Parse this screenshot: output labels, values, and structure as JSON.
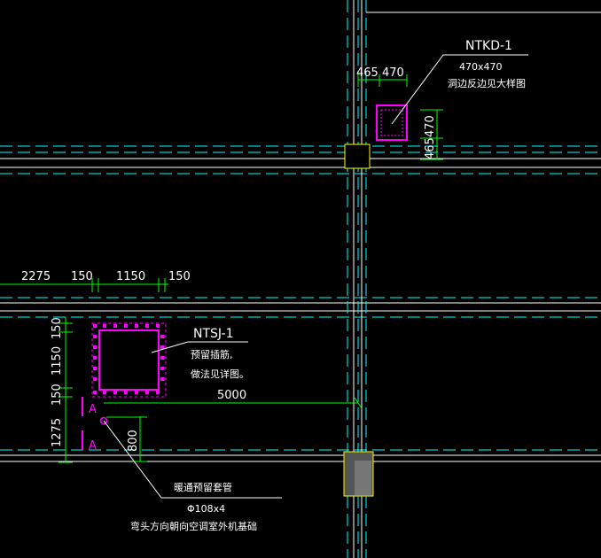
{
  "colors": {
    "background": "#000000",
    "axis": "#00ffff",
    "wall": "#ffffff",
    "dimension": "#00ff00",
    "opening": "#ff00ff",
    "column": "#ffff00",
    "leader": "#ffffff"
  },
  "opening_top": {
    "tag": "NTKD-1",
    "size": "470x470",
    "note": "洞边反边见大样图",
    "dim_horizontal": "465",
    "dim_horizontal_2": "470",
    "dim_vertical": "465",
    "dim_vertical_2": "470"
  },
  "opening_left": {
    "tag": "NTSJ-1",
    "note_line1": "预留插筋,",
    "note_line2": "做法见详图。",
    "dims_horizontal": [
      "2275",
      "150",
      "1150",
      "150"
    ],
    "dims_vertical": [
      "150",
      "1150",
      "150",
      "1275"
    ],
    "dim_long": "5000",
    "dim_short": "800"
  },
  "section_marks": {
    "upper": "A",
    "lower": "A"
  },
  "sleeve": {
    "title": "暖通预留套管",
    "spec": "Φ108x4",
    "note": "弯头方向朝向空调室外机基础"
  }
}
